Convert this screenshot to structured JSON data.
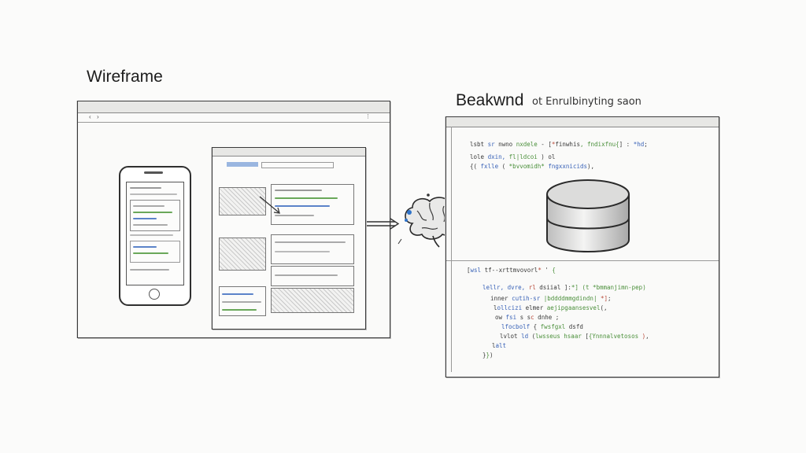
{
  "labels": {
    "wireframe": "Wireframe",
    "backend": "Beakwnd",
    "backend_subtitle": "ot Enrulbinyting saon"
  },
  "icons": [
    "phone-icon",
    "brain-icon",
    "database-icon",
    "arrow-icon"
  ],
  "colors": {
    "ink": "#3a3a3a",
    "accent_green": "#4a8f3a",
    "accent_blue": "#3a63b8",
    "brain_blue": "#2f73c9"
  }
}
